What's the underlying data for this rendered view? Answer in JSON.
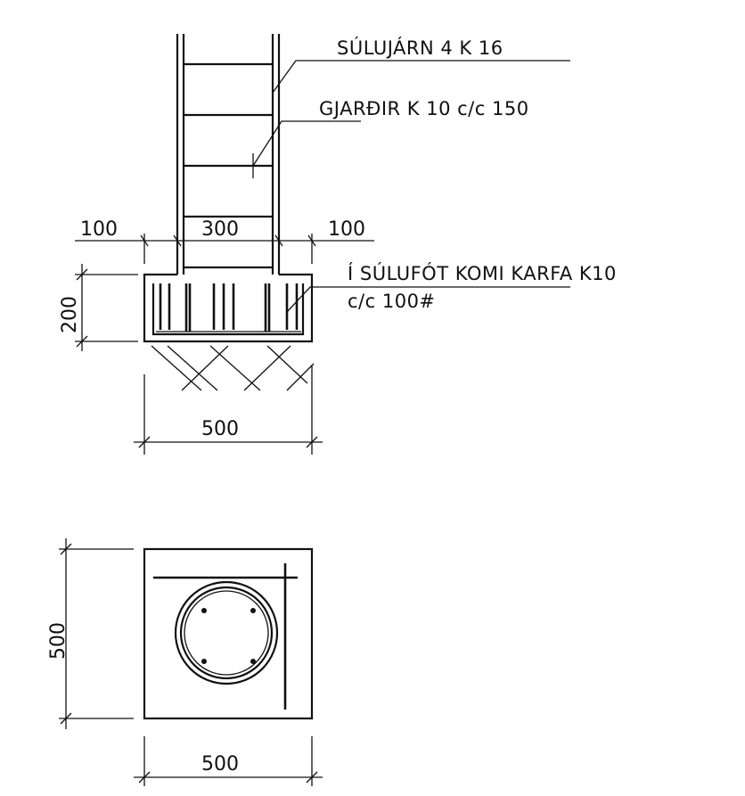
{
  "annotations": {
    "column_rebar": "SÚLUJÁRN 4 K 16",
    "stirrups": "GJARÐIR K 10 c/c 150",
    "footing_mesh_line1": "Í SÚLUFÓT KOMI KARFA K10",
    "footing_mesh_line2": "c/c 100#"
  },
  "dimensions": {
    "left_offset": "100",
    "column_width": "300",
    "right_offset": "100",
    "footing_height": "200",
    "footing_width_section": "500",
    "plan_height": "500",
    "plan_width": "500"
  }
}
